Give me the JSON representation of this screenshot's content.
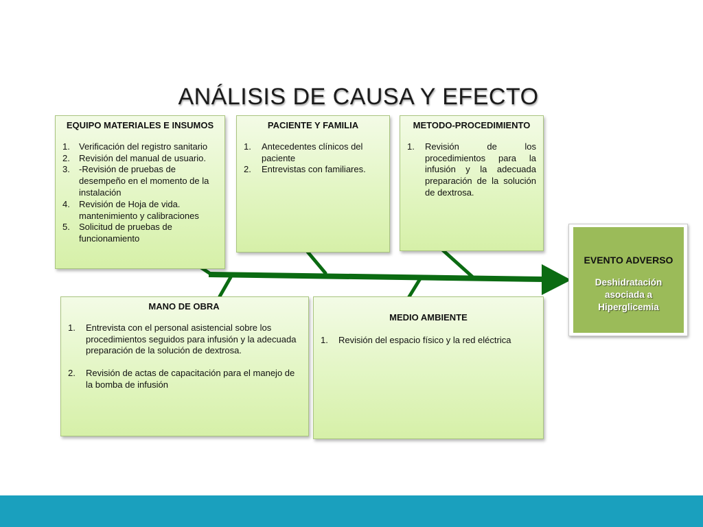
{
  "slide": {
    "title": "ANÁLISIS DE CAUSA Y EFECTO"
  },
  "causes": {
    "equipo": {
      "title": "EQUIPO MATERIALES E INSUMOS",
      "items": [
        {
          "num": "1.",
          "text": "Verificación del registro sanitario"
        },
        {
          "num": "2.",
          "text": "Revisión del manual de usuario."
        },
        {
          "num": "3.",
          "text": "-Revisión de pruebas de desempeño en el momento de la instalación"
        },
        {
          "num": "4.",
          "text": "Revisión de Hoja de vida. mantenimiento y calibraciones"
        },
        {
          "num": "5.",
          "text": "Solicitud de pruebas de funcionamiento"
        }
      ]
    },
    "paciente": {
      "title": "PACIENTE Y FAMILIA",
      "items": [
        {
          "num": "1.",
          "text": "Antecedentes clínicos del paciente"
        },
        {
          "num": "2.",
          "text": "Entrevistas con familiares."
        }
      ]
    },
    "metodo": {
      "title": "METODO-PROCEDIMIENTO",
      "items": [
        {
          "num": "1.",
          "text": "Revisión de los procedimientos para la infusión y la adecuada preparación de la solución de dextrosa."
        }
      ]
    },
    "mano": {
      "title": "MANO DE OBRA",
      "items": [
        {
          "num": "1.",
          "text": "Entrevista con el personal asistencial sobre los procedimientos seguidos para infusión y la adecuada preparación de la solución de dextrosa."
        },
        {
          "num": "2.",
          "text": "Revisión de actas de capacitación para el manejo de la bomba de infusión"
        }
      ]
    },
    "medio": {
      "title": "MEDIO AMBIENTE",
      "items": [
        {
          "num": "1.",
          "text": "Revisión del espacio físico y la red eléctrica"
        }
      ]
    }
  },
  "effect": {
    "title": "EVENTO ADVERSO",
    "description": "Deshidratación asociada a Hiperglicemia"
  },
  "colors": {
    "arrow": "#0b6b12",
    "effect_box": "#9bbb59",
    "cause_box_bg": "#e1f5c0",
    "bottom_bar": "#1aa0be"
  }
}
